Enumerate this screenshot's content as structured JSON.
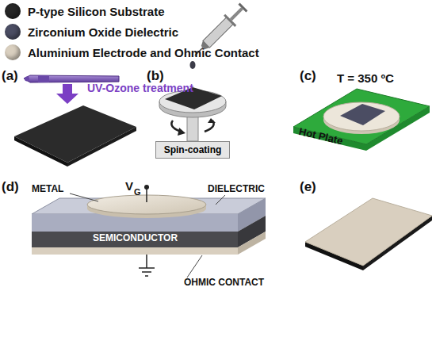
{
  "diagram": {
    "nodes": [
      {
        "text": [
          "Spin-coating"
        ]
      },
      {
        "text": [
          "Hot Plate"
        ]
      }
    ],
    "labels": [
      "(a)",
      "UV-Ozone treatment",
      "(b)",
      "(c)",
      "T = 350 ºC",
      "(d)",
      "V",
      "G",
      "METAL",
      "DIELECTRIC",
      "SEMICONDUCTOR",
      "OHMIC CONTACT",
      "(e)"
    ],
    "legend": [
      {
        "text": "P-type Silicon Substrate",
        "color": "#262626"
      },
      {
        "text": "Zirconium Oxide Dielectric",
        "color": "#4b4d63"
      },
      {
        "text": "Aluminium Electrode and Ohmic Contact",
        "color": "#d9cfbf"
      }
    ]
  }
}
